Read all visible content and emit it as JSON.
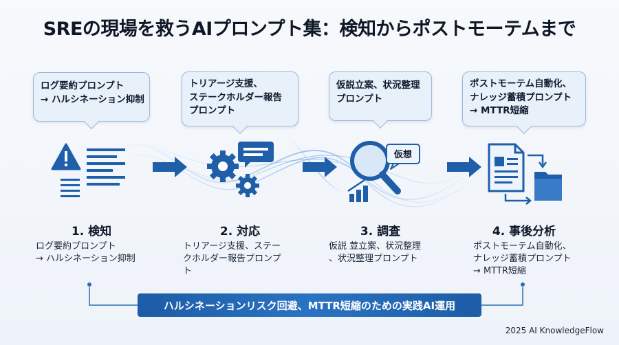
{
  "title": "SREの現場を救うAIプロンプト集：検知からポストモーテムまで",
  "stages": [
    {
      "bubble": [
        "ログ要約プロンプト",
        "→ ハルシネーション抑制"
      ],
      "title": "1. 検知",
      "description": [
        "ログ要約プロンプト",
        "→ ハルシネーション抑制"
      ]
    },
    {
      "bubble": [
        "トリアージ支援、",
        "ステークホルダー報告",
        "プロンプト"
      ],
      "title": "2. 対応",
      "description": [
        "トリアージ支援、ステー",
        "クホルダー報告プロンプ",
        "ト"
      ]
    },
    {
      "bubble": [
        "仮説立案、状況整理",
        "プロンプト"
      ],
      "title": "3. 調査",
      "icon_label": "仮想",
      "description": [
        "仮説 荳立案、状況整理",
        "、状況整理プロンプト"
      ]
    },
    {
      "bubble": [
        "ポストモーテム自動化、",
        "ナレッジ蓄積プロンプト",
        "→ MTTR短縮"
      ],
      "title": "4. 事後分析",
      "description": [
        "ポストモーテム自動化、",
        "ナレッジ蓄積プロンプト",
        "→ MTTR短縮"
      ]
    }
  ],
  "banner": "ハルシネーションリスク回避、MTTR短縮のための実践AI運用",
  "footer": "2025 AI KnowledgeFlow",
  "colors": {
    "primary": "#1f5ea8",
    "bubble_fill": "#e8f0fa",
    "bubble_border": "#9fb8d8",
    "accent_glow": "#7fb6ee"
  }
}
